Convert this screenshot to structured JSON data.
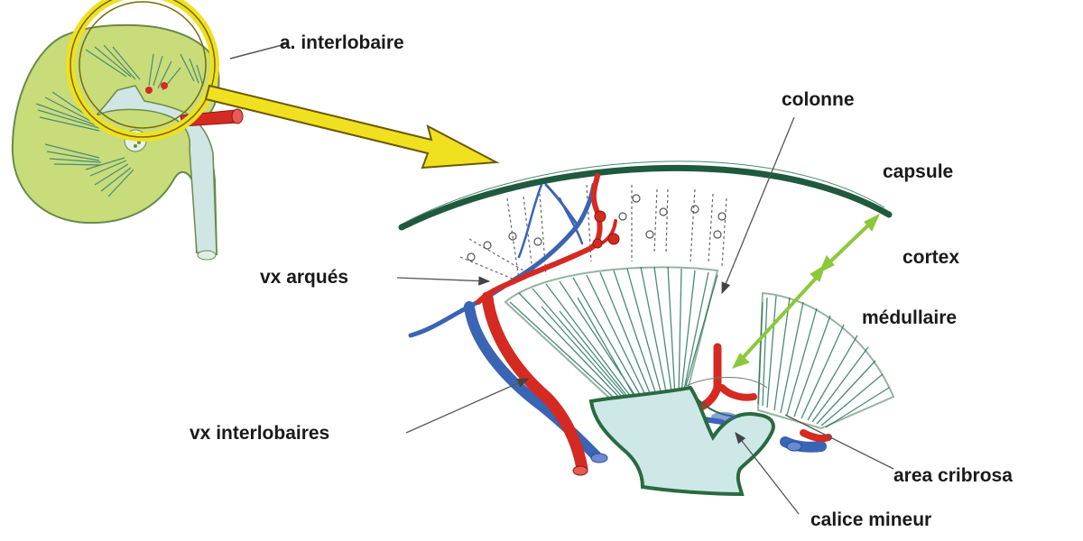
{
  "labels": {
    "interlobar_artery": "a. interlobaire",
    "column": "colonne",
    "capsule": "capsule",
    "cortex": "cortex",
    "medulla": "médullaire",
    "arcuate_vessels": "vx arqués",
    "interlobar_vessels": "vx interlobaires",
    "area_cribrosa": "area cribrosa",
    "minor_calyx": "calice mineur"
  },
  "colors": {
    "kidney_fill": "#c8dc7a",
    "pyramid_lines": "#5a9a88",
    "capsule": "#1f5a3e",
    "calyx_fill": "#cde8e6",
    "calyx_outline": "#2a6a40",
    "artery": "#d42a22",
    "vein": "#3a64b4",
    "magnifier": "#f0e020",
    "double_arrow": "#8cc83c"
  }
}
